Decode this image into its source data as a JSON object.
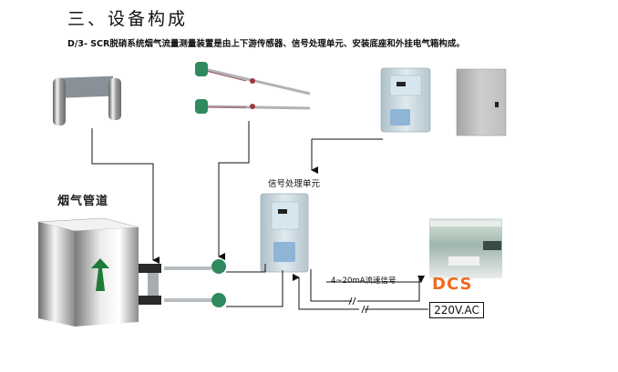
{
  "heading": "三、设备构成",
  "intro": "D/3- SCR脱硝系统烟气流量测量装置是由上下游传感器、信号处理单元、安装底座和外挂电气箱构成。",
  "labels": {
    "duct": "烟气管道",
    "processor": "信号处理单元",
    "signal": "4~20mA流速信号",
    "dcs": "DCS",
    "power": "220V.AC"
  },
  "components": [
    {
      "name": "安装底座"
    },
    {
      "name": "上下游传感器"
    },
    {
      "name": "信号处理单元"
    },
    {
      "name": "外挂电气箱"
    },
    {
      "name": "烟气管道"
    },
    {
      "name": "DCS"
    }
  ],
  "colors": {
    "dcs_text": "#f06a1e",
    "sensor_head": "#2f8a5e",
    "flow_arrow": "#1f7a3a",
    "processor_body": "#c9dbe2",
    "keypad": "#8fb4d6",
    "cabinet": "#b9b9b9"
  }
}
